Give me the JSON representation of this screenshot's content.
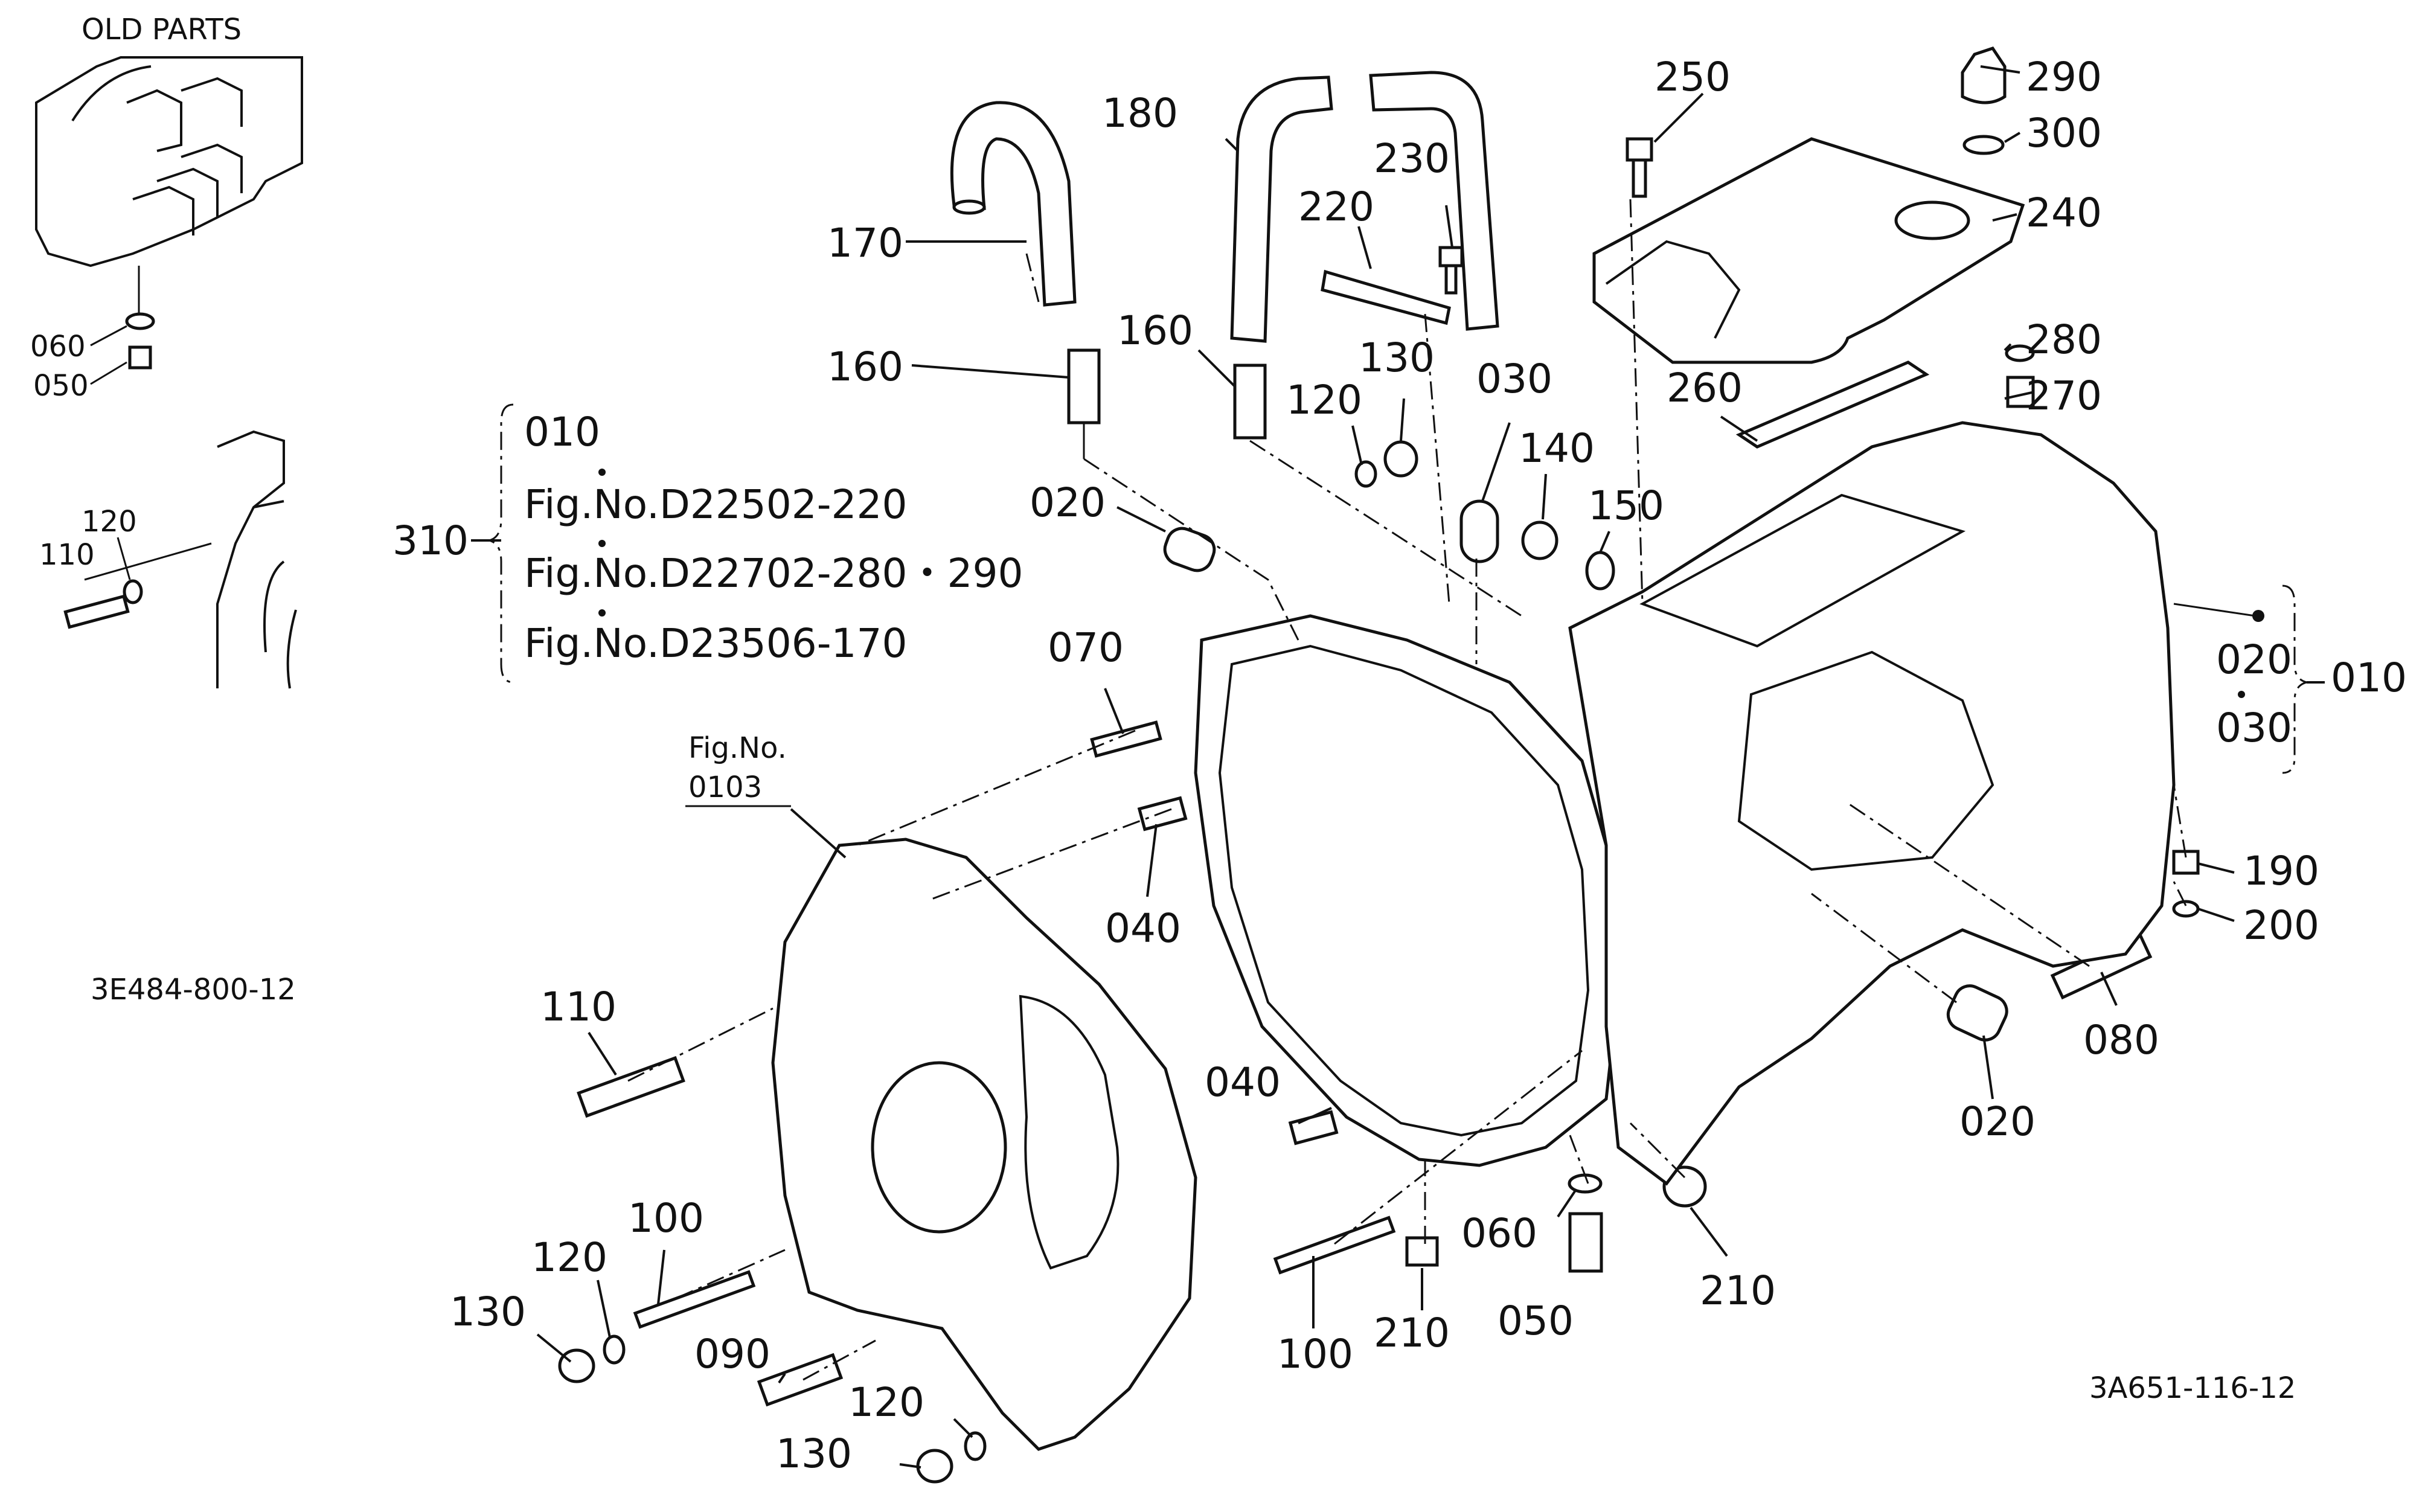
{
  "old_parts": {
    "title": "OLD PARTS",
    "labels": [
      "060",
      "050",
      "120",
      "110"
    ],
    "code": "3E484-800-12"
  },
  "callouts": [
    "290",
    "300",
    "250",
    "240",
    "230",
    "220",
    "180",
    "170",
    "160",
    "160",
    "120",
    "130",
    "030",
    "140",
    "150",
    "280",
    "270",
    "260",
    "020",
    "070",
    "040",
    "020",
    "030",
    "010",
    "190",
    "200",
    "080",
    "020",
    "110",
    "040",
    "060",
    "050",
    "210",
    "100",
    "120",
    "130",
    "090",
    "210",
    "120",
    "130",
    "100"
  ],
  "group_310": {
    "label": "310",
    "lines": [
      "010",
      "Fig.No.D22502-220",
      "Fig.No.D22702-280・290",
      "Fig.No.D23506-170"
    ]
  },
  "group_010": {
    "label": "010",
    "lines": [
      "020",
      "030"
    ]
  },
  "fig_ref": {
    "line1": "Fig.No.",
    "line2": "0103"
  },
  "drawing_code": "3A651-116-12"
}
